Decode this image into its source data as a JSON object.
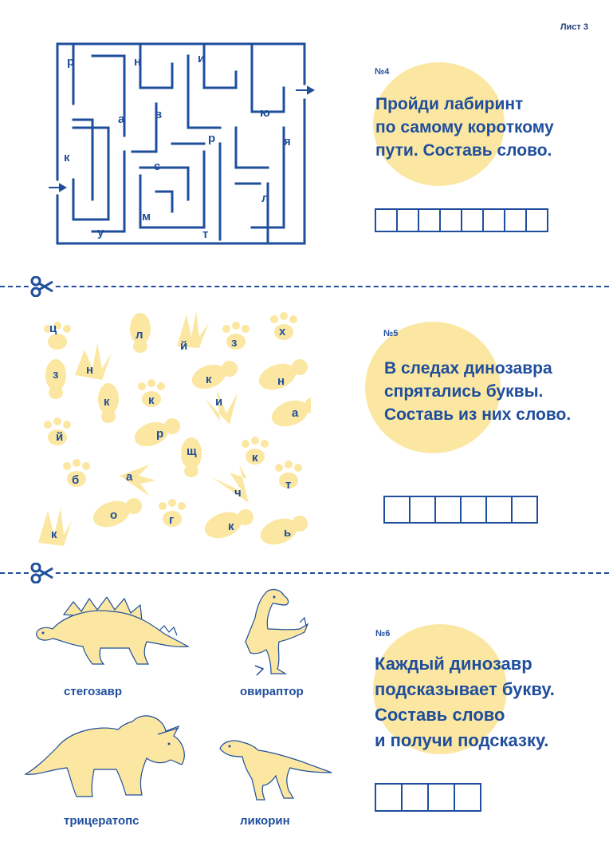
{
  "sheet_label": "Лист 3",
  "colors": {
    "blue": "#1f4e9c",
    "yellow": "#fbe7a1"
  },
  "task4": {
    "number": "№4",
    "lines": [
      "Пройди лабиринт",
      "по самому короткому",
      "пути. Составь слово."
    ],
    "answer_cells": 8,
    "maze_letters": [
      "р",
      "н",
      "и",
      "а",
      "в",
      "ю",
      "к",
      "р",
      "я",
      "с",
      "л",
      "м",
      "у",
      "т"
    ]
  },
  "task5": {
    "number": "№5",
    "lines": [
      "В следах динозавра",
      "спрятались буквы.",
      "Составь из них слово."
    ],
    "answer_cells": 6,
    "footprint_letters": [
      "ц",
      "л",
      "й",
      "з",
      "х",
      "з",
      "н",
      "к",
      "н",
      "к",
      "к",
      "и",
      "а",
      "й",
      "р",
      "щ",
      "к",
      "б",
      "а",
      "ч",
      "т",
      "к",
      "о",
      "г",
      "к",
      "ь"
    ]
  },
  "task6": {
    "number": "№6",
    "lines": [
      "Каждый динозавр",
      "подсказывает букву.",
      "Составь слово",
      "и получи подсказку."
    ],
    "answer_cells": 4,
    "dinosaurs": [
      "стегозавр",
      "овираптор",
      "трицератопс",
      "ликорин"
    ]
  }
}
